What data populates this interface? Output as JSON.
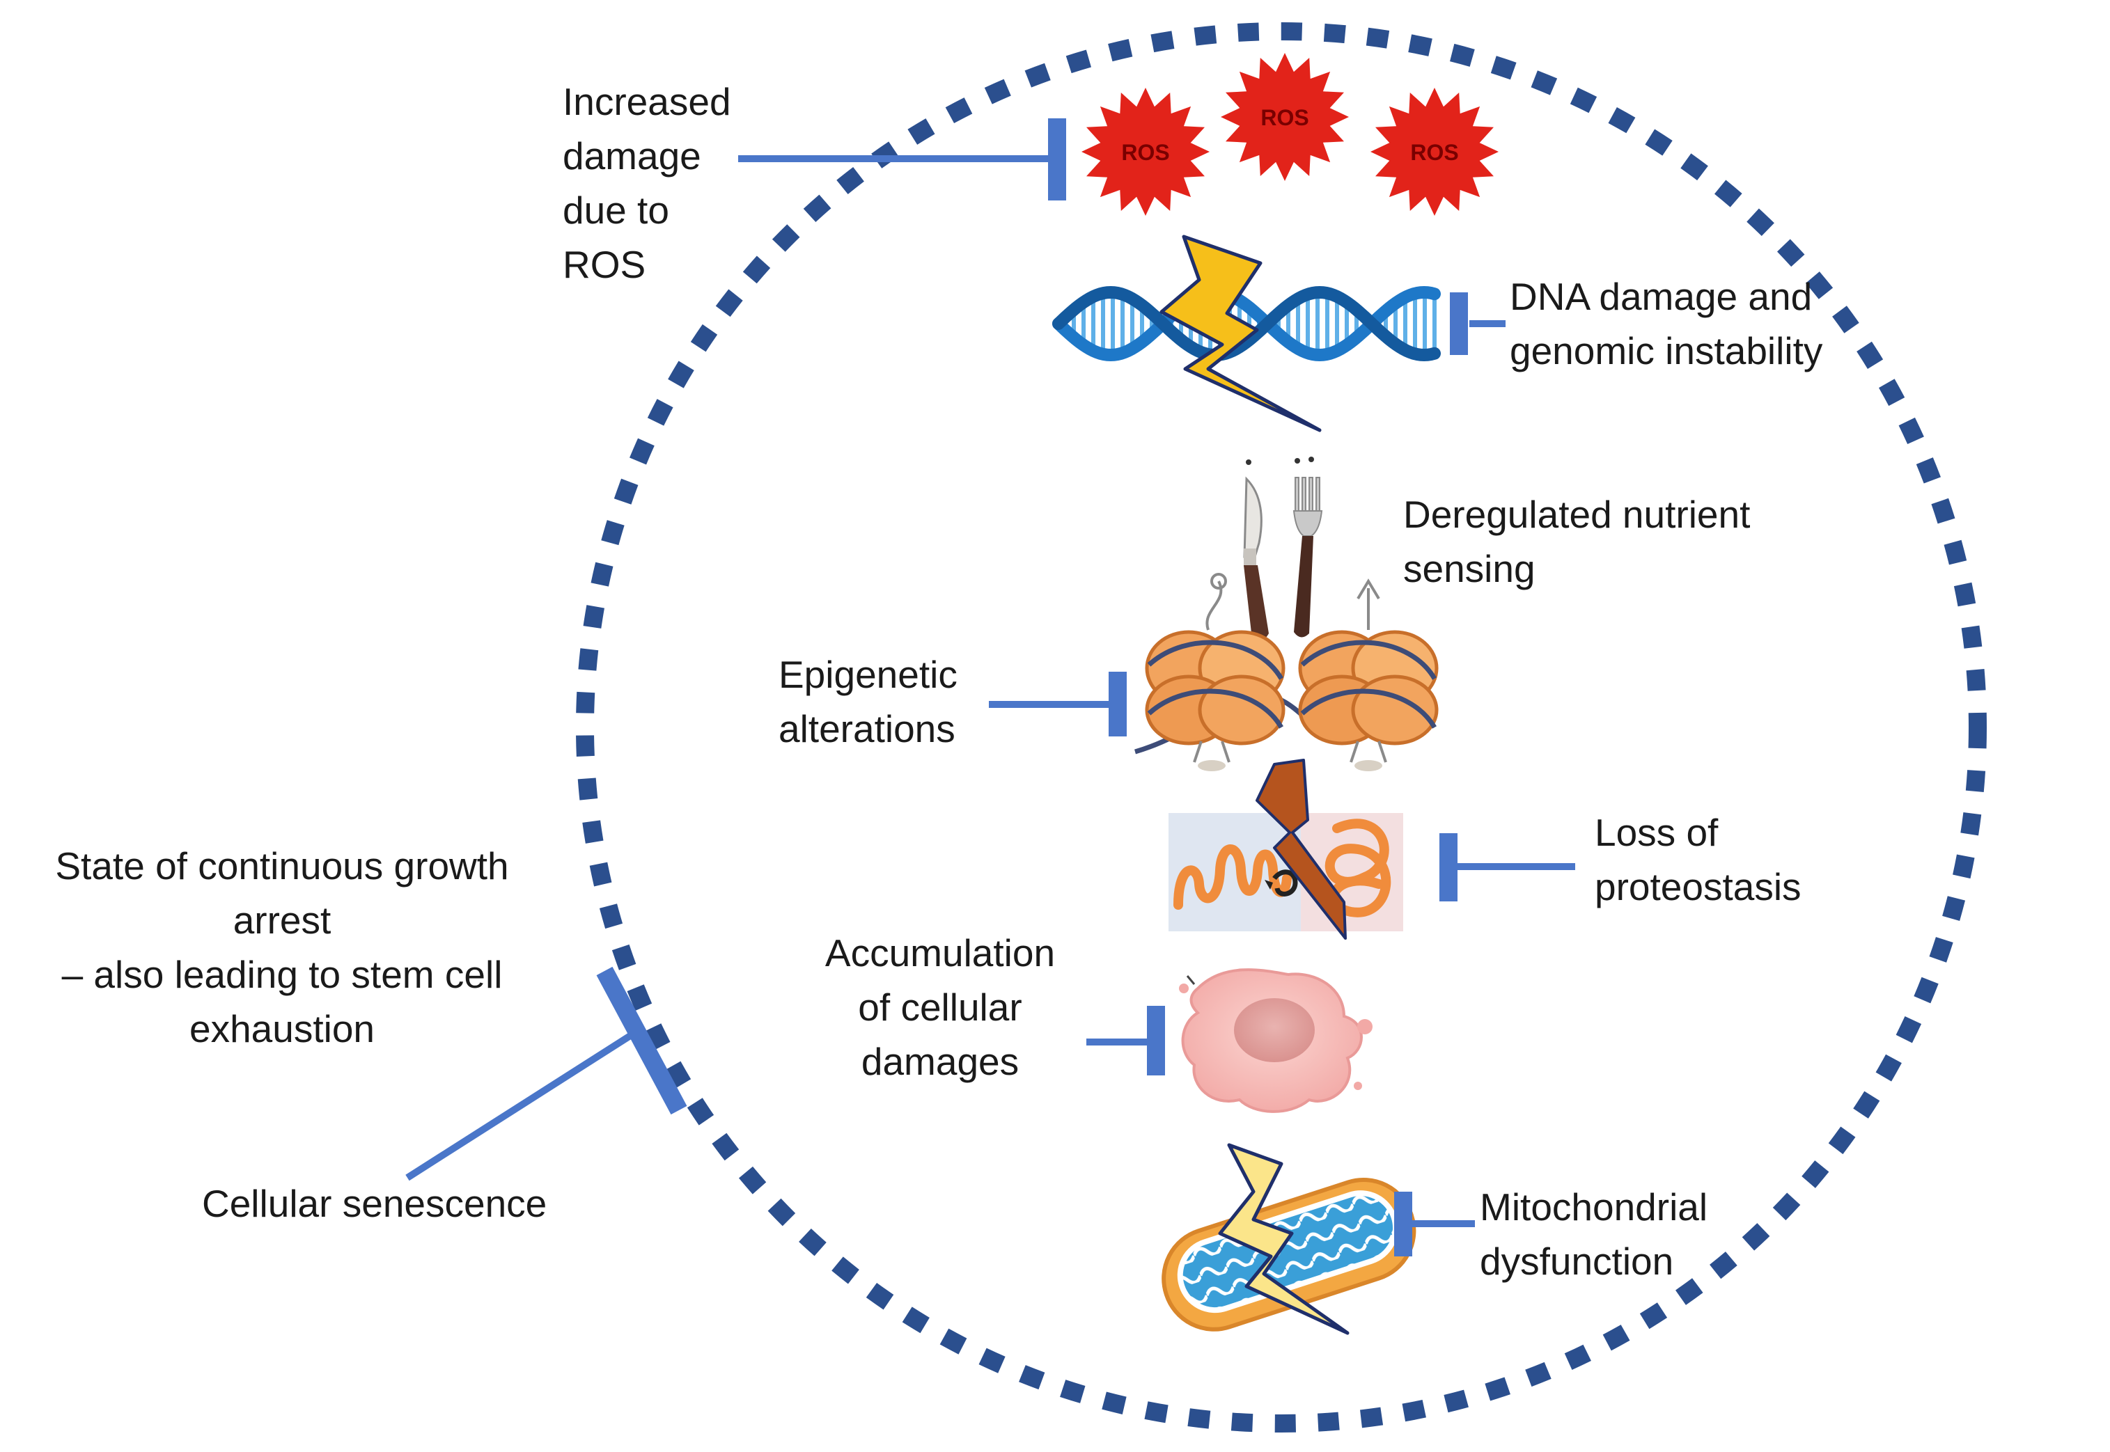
{
  "labels": {
    "ros_damage": "Increased\ndamage\ndue to\nROS",
    "dna_damage": "DNA damage and\ngenomic instability",
    "nutrient": "Deregulated nutrient\nsensing",
    "epigenetic": "Epigenetic\nalterations",
    "proteostasis": "Loss of\nproteostasis",
    "accumulation": "Accumulation\nof cellular\ndamages",
    "mitochondrial": "Mitochondrial\ndysfunction",
    "growth_arrest": "State of continuous growth\narrest\n– also leading to stem cell\nexhaustion",
    "senescence": "Cellular senescence"
  },
  "ros_badges": [
    "ROS",
    "ROS",
    "ROS"
  ],
  "colors": {
    "circle": "#2b4f8e",
    "inhibitor": "#4a76c9",
    "ros": "#e2231a",
    "bolt_yellow": "#f6bf1a",
    "bolt_rust": "#b5541e",
    "bolt_pale": "#fbe58a",
    "dna": "#1e78c8",
    "nucleosome": "#f0a660",
    "cell": "#f4b4b4",
    "mito_outer": "#f3a742",
    "mito_inner": "#3a9fd8"
  }
}
